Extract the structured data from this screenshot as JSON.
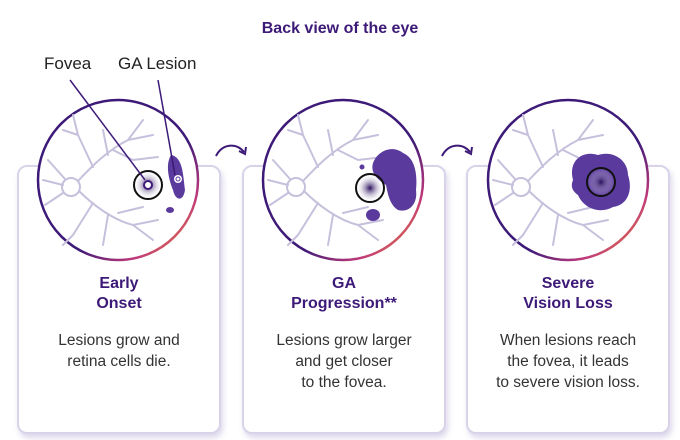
{
  "title": "Back view of the eye",
  "labels": {
    "fovea": "Fovea",
    "ga_lesion": "GA Lesion"
  },
  "colors": {
    "accent": "#3d1a78",
    "lesion": "#5b3a9e",
    "vessel": "#c7c0dc",
    "ring_end": "#f2a11c"
  },
  "stages": [
    {
      "heading_line1": "Early",
      "heading_line2": "Onset",
      "desc_line1": "Lesions grow and",
      "desc_line2": "retina cells die.",
      "desc_line3": ""
    },
    {
      "heading_line1": "GA",
      "heading_line2": "Progression**",
      "desc_line1": "Lesions grow larger",
      "desc_line2": "and get closer",
      "desc_line3": "to the fovea."
    },
    {
      "heading_line1": "Severe",
      "heading_line2": "Vision Loss",
      "desc_line1": "When lesions reach",
      "desc_line2": "the fovea, it leads",
      "desc_line3": "to severe vision loss."
    }
  ]
}
